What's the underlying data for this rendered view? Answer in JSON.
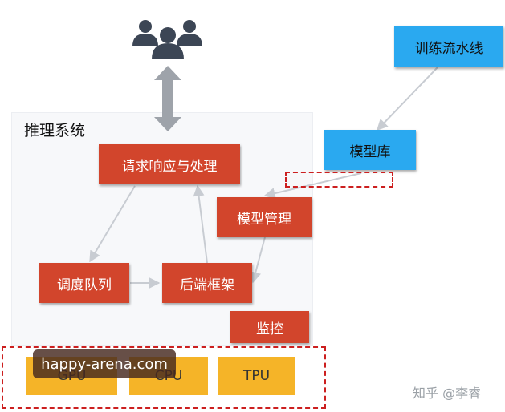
{
  "diagram": {
    "system_title": "推理系统",
    "nodes": {
      "training_pipeline": "训练流水线",
      "model_repo": "模型库",
      "request_handler": "请求响应与处理",
      "model_manager": "模型管理",
      "scheduling_queue": "调度队列",
      "backend_framework": "后端框架",
      "monitor": "监控",
      "gpu": "GPU",
      "cpu": "CPU",
      "tpu": "TPU"
    }
  },
  "overlays": {
    "watermark": "happy-arena.com",
    "credit": "知乎 @李睿"
  },
  "colors": {
    "red": "#d2452c",
    "blue": "#2aa9f0",
    "yellow": "#f5b428",
    "dash": "#cc1f1f",
    "arrow": "#c8ccd2",
    "users_icon": "#3c4655"
  }
}
